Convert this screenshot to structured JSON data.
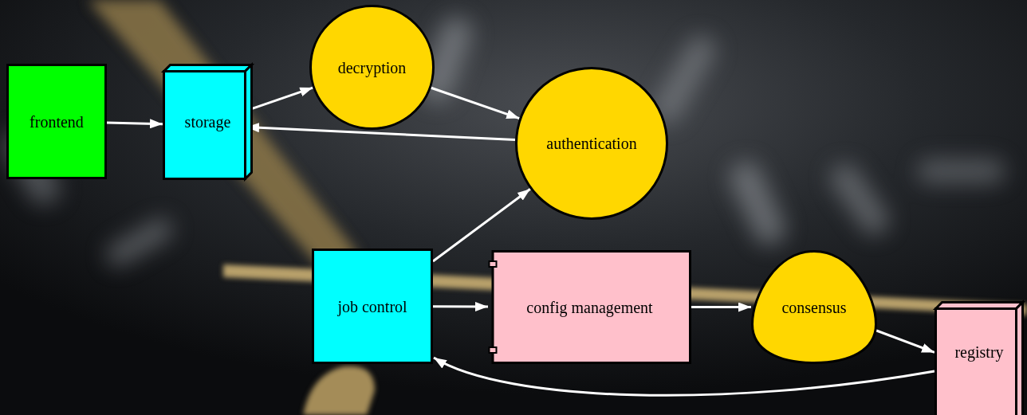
{
  "diagram": {
    "nodes": [
      {
        "text": [
          "frontend"
        ]
      },
      {
        "text": [
          "storage"
        ]
      },
      {
        "text": [
          "decryption"
        ]
      },
      {
        "text": [
          "authentication"
        ]
      },
      {
        "text": [
          "job control"
        ]
      },
      {
        "text": [
          "config management"
        ]
      },
      {
        "text": [
          "consensus"
        ]
      },
      {
        "text": [
          "registry"
        ]
      }
    ],
    "edges": [
      {
        "from": 0,
        "to": 1,
        "arrow": "to"
      },
      {
        "from": 1,
        "to": 2,
        "arrow": "to"
      },
      {
        "from": 2,
        "to": 3,
        "arrow": "to"
      },
      {
        "from": 3,
        "to": 1,
        "arrow": "to"
      },
      {
        "from": 4,
        "to": 3,
        "arrow": "to"
      },
      {
        "from": 4,
        "to": 5,
        "arrow": "to"
      },
      {
        "from": 5,
        "to": 6,
        "arrow": "to"
      },
      {
        "from": 6,
        "to": 7,
        "arrow": "to"
      },
      {
        "from": 7,
        "to": 4,
        "arrow": "to"
      }
    ]
  }
}
